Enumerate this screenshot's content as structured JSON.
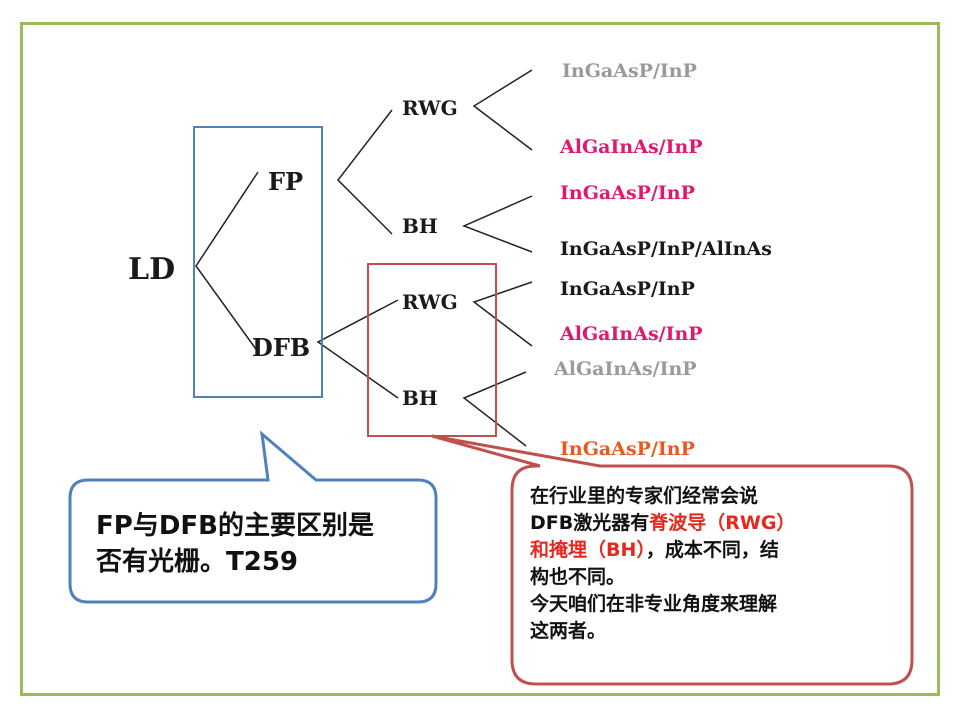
{
  "tree": {
    "root": "LD",
    "fp": "FP",
    "dfb": "DFB",
    "fp_rwg": "RWG",
    "fp_bh": "BH",
    "dfb_rwg": "RWG",
    "dfb_bh": "BH",
    "leaves": [
      {
        "label": "InGaAsP/InP",
        "color": "#9a9a9a"
      },
      {
        "label": "AlGaInAs/InP",
        "color": "#e0196e"
      },
      {
        "label": "InGaAsP/InP",
        "color": "#e0196e"
      },
      {
        "label": "InGaAsP/InP/AlInAs",
        "color": "#1a1a1a"
      },
      {
        "label": "InGaAsP/InP",
        "color": "#1a1a1a"
      },
      {
        "label": "AlGaInAs/InP",
        "color": "#e0196e"
      },
      {
        "label": "AlGaInAs/InP",
        "color": "#9a9a9a"
      },
      {
        "label": "InGaAsP/InP",
        "color": "#e85a1e"
      }
    ]
  },
  "callouts": {
    "left": {
      "line1": "FP与DFB的主要区别是",
      "line2": "否有光栅。T259"
    },
    "right": {
      "line1": "在行业里的专家们经常会说",
      "line2_prefix": "DFB激光器有",
      "line2_highlight": "脊波导（RWG）",
      "line3_highlight": "和掩埋（BH）",
      "line3_suffix": "，成本不同，结",
      "line4": "构也不同。",
      "line5": "今天咱们在非专业角度来理解",
      "line6": "这两者。"
    }
  },
  "colors": {
    "frame": "#9bbb59",
    "blue_box": "#4f81bd",
    "red_box": "#c0504d",
    "bubble_left_border": "#4f81bd",
    "bubble_right_border": "#c0504d",
    "highlight": "#e8281e"
  }
}
